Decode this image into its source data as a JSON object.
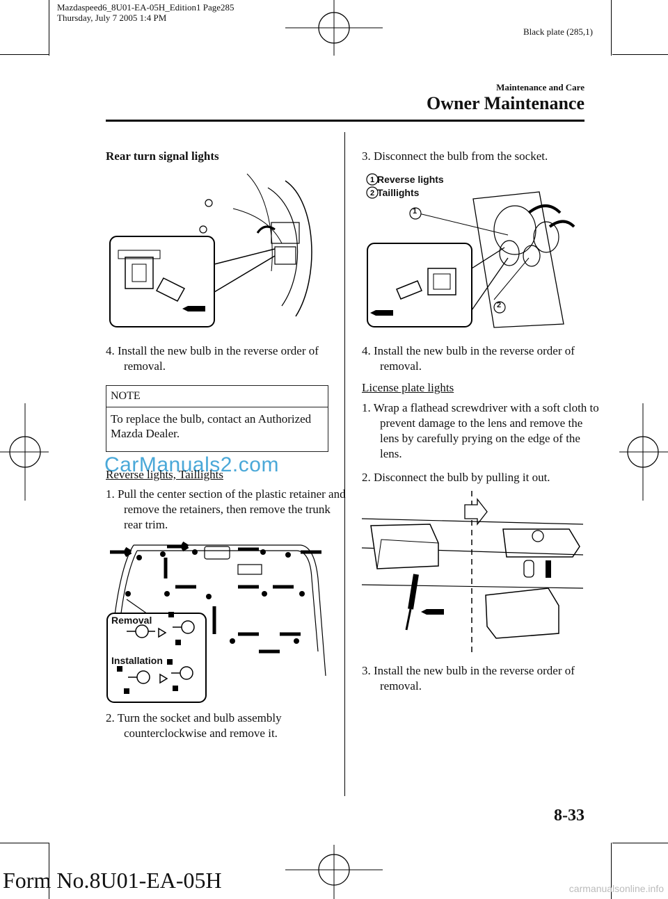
{
  "print_meta": {
    "line1": "Mazdaspeed6_8U01-EA-05H_Edition1 Page285",
    "line2": "Thursday, July 7 2005 1:4 PM",
    "plate": "Black plate (285,1)"
  },
  "header": {
    "section": "Maintenance and Care",
    "chapter": "Owner Maintenance"
  },
  "left_column": {
    "rear_turn_heading": "Rear turn signal lights",
    "step4": "4.  Install the new bulb in the reverse order of removal.",
    "note": {
      "label": "NOTE",
      "text": "To replace the bulb, contact an Authorized Mazda Dealer."
    },
    "reverse_heading": "Reverse lights, Taillights",
    "step1": "1.  Pull the center section of the plastic retainer and remove the retainers, then remove the trunk rear trim.",
    "fig_removal": "Removal",
    "fig_installation": "Installation",
    "step2": "2.  Turn the socket and bulb assembly counterclockwise and remove it."
  },
  "right_column": {
    "step3": "3.  Disconnect the bulb from the socket.",
    "legend1": "Reverse lights",
    "legend2": "Taillights",
    "callout1": "1",
    "callout2": "2",
    "step4": "4.  Install the new bulb in the reverse order of removal.",
    "license_heading": "License plate lights",
    "lp_step1": "1.  Wrap a flathead screwdriver with a soft cloth to prevent damage to the lens and remove the lens by carefully prying on the edge of the lens.",
    "lp_step2": "2.  Disconnect the bulb by pulling it out.",
    "lp_step3": "3.  Install the new bulb in the reverse order of removal."
  },
  "watermark": "CarManuals2.com",
  "footer": {
    "page_number": "8-33",
    "form_no": "Form No.8U01-EA-05H",
    "site": "carmanualsonline.info"
  }
}
